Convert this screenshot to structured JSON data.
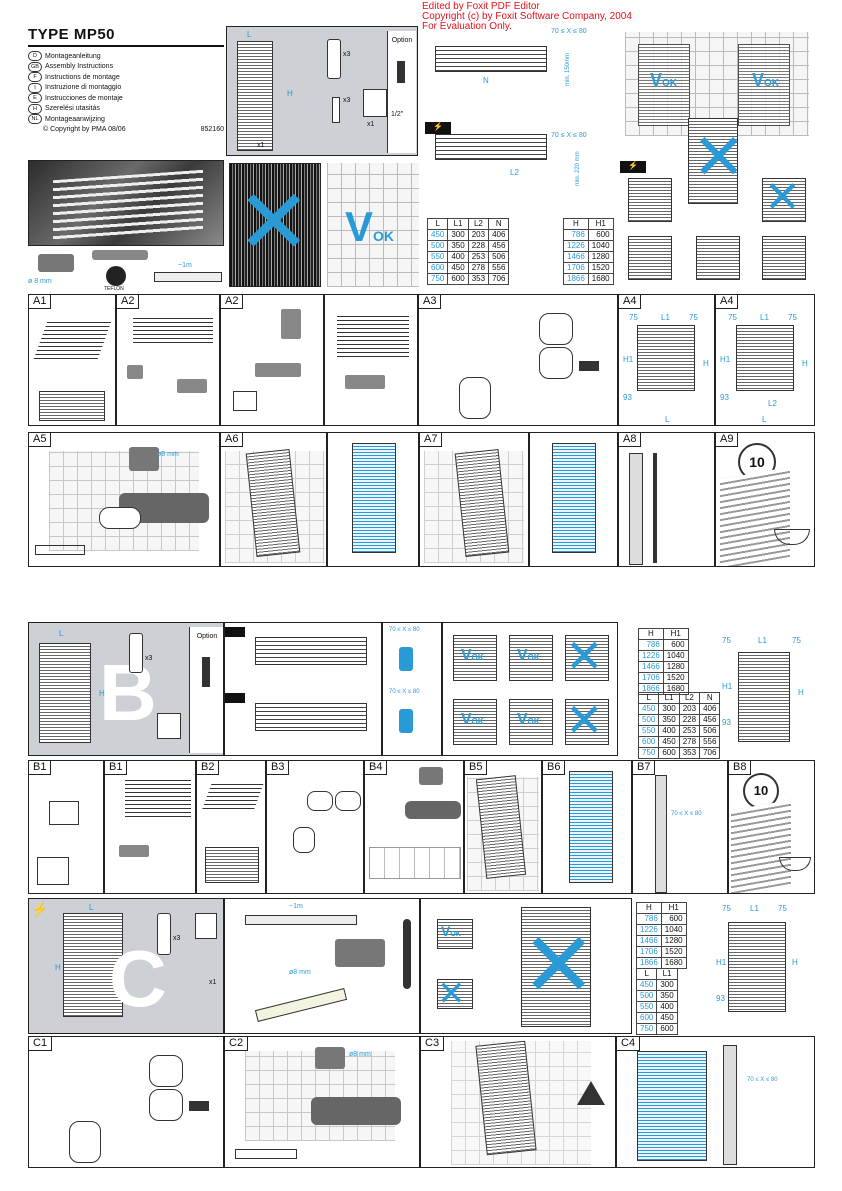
{
  "watermark": {
    "line1": "Edited by Foxit PDF Editor",
    "line2": "Copyright (c) by Foxit Software Company, 2004",
    "line3": "For Evaluation Only."
  },
  "header": {
    "title": "TYPE MP50",
    "copyright": "© Copyright by PMA 08/06",
    "code": "852160",
    "languages": [
      {
        "code": "D",
        "text": "Montageanleitung"
      },
      {
        "code": "GB",
        "text": "Assembly Instructions"
      },
      {
        "code": "F",
        "text": "Instructions de montage"
      },
      {
        "code": "I",
        "text": "Instruzione di montaggio"
      },
      {
        "code": "E",
        "text": "Instrucciones de montaje"
      },
      {
        "code": "H",
        "text": "Szerelési utasitás"
      },
      {
        "code": "NL",
        "text": "Montageaanwijzing"
      }
    ]
  },
  "kit": {
    "option": "Option",
    "qty_x3": "x3",
    "qty_x1": "x1",
    "dim_L": "L",
    "dim_H": "H",
    "half_inch": "1/2\""
  },
  "tools": {
    "drill_size": "ø 8 mm",
    "tape": "TEFLON",
    "level": "~1m",
    "drill_size2": "ø8 mm"
  },
  "vok": "OK",
  "connection": {
    "range": "70 ≤ X ≤ 80",
    "N": "N",
    "L2": "L2",
    "min150": "min. 150mm",
    "min220": "min. 220 mm"
  },
  "table_LN": {
    "headers": [
      "L",
      "L1",
      "L2",
      "N"
    ],
    "rows": [
      [
        "450",
        "300",
        "203",
        "406"
      ],
      [
        "500",
        "350",
        "228",
        "456"
      ],
      [
        "550",
        "400",
        "253",
        "506"
      ],
      [
        "600",
        "450",
        "278",
        "556"
      ],
      [
        "750",
        "600",
        "353",
        "706"
      ]
    ]
  },
  "table_H": {
    "headers": [
      "H",
      "H1"
    ],
    "rows": [
      [
        "786",
        "600"
      ],
      [
        "1226",
        "1040"
      ],
      [
        "1466",
        "1280"
      ],
      [
        "1706",
        "1520"
      ],
      [
        "1866",
        "1680"
      ]
    ]
  },
  "table_L1": {
    "headers": [
      "L",
      "L1"
    ],
    "rows": [
      [
        "450",
        "300"
      ],
      [
        "500",
        "350"
      ],
      [
        "550",
        "400"
      ],
      [
        "600",
        "450"
      ],
      [
        "750",
        "600"
      ]
    ]
  },
  "steps_A": [
    "A1",
    "A2",
    "A2",
    "A3",
    "A4",
    "A4",
    "A5",
    "A6",
    "A7",
    "A8",
    "A9"
  ],
  "steps_B": [
    "B1",
    "B1",
    "B2",
    "B3",
    "B4",
    "B5",
    "B6",
    "B7",
    "B8"
  ],
  "steps_C": [
    "C1",
    "C2",
    "C3",
    "C4"
  ],
  "dims": {
    "d75": "75",
    "L1": "L1",
    "H1": "H1",
    "d93": "93",
    "coin": "10",
    "pkg_B": "B",
    "pkg_C": "C"
  },
  "colors": {
    "accent": "#2a9ad6",
    "watermark": "#e0121b",
    "panel_gray": "#cdd0d4"
  }
}
